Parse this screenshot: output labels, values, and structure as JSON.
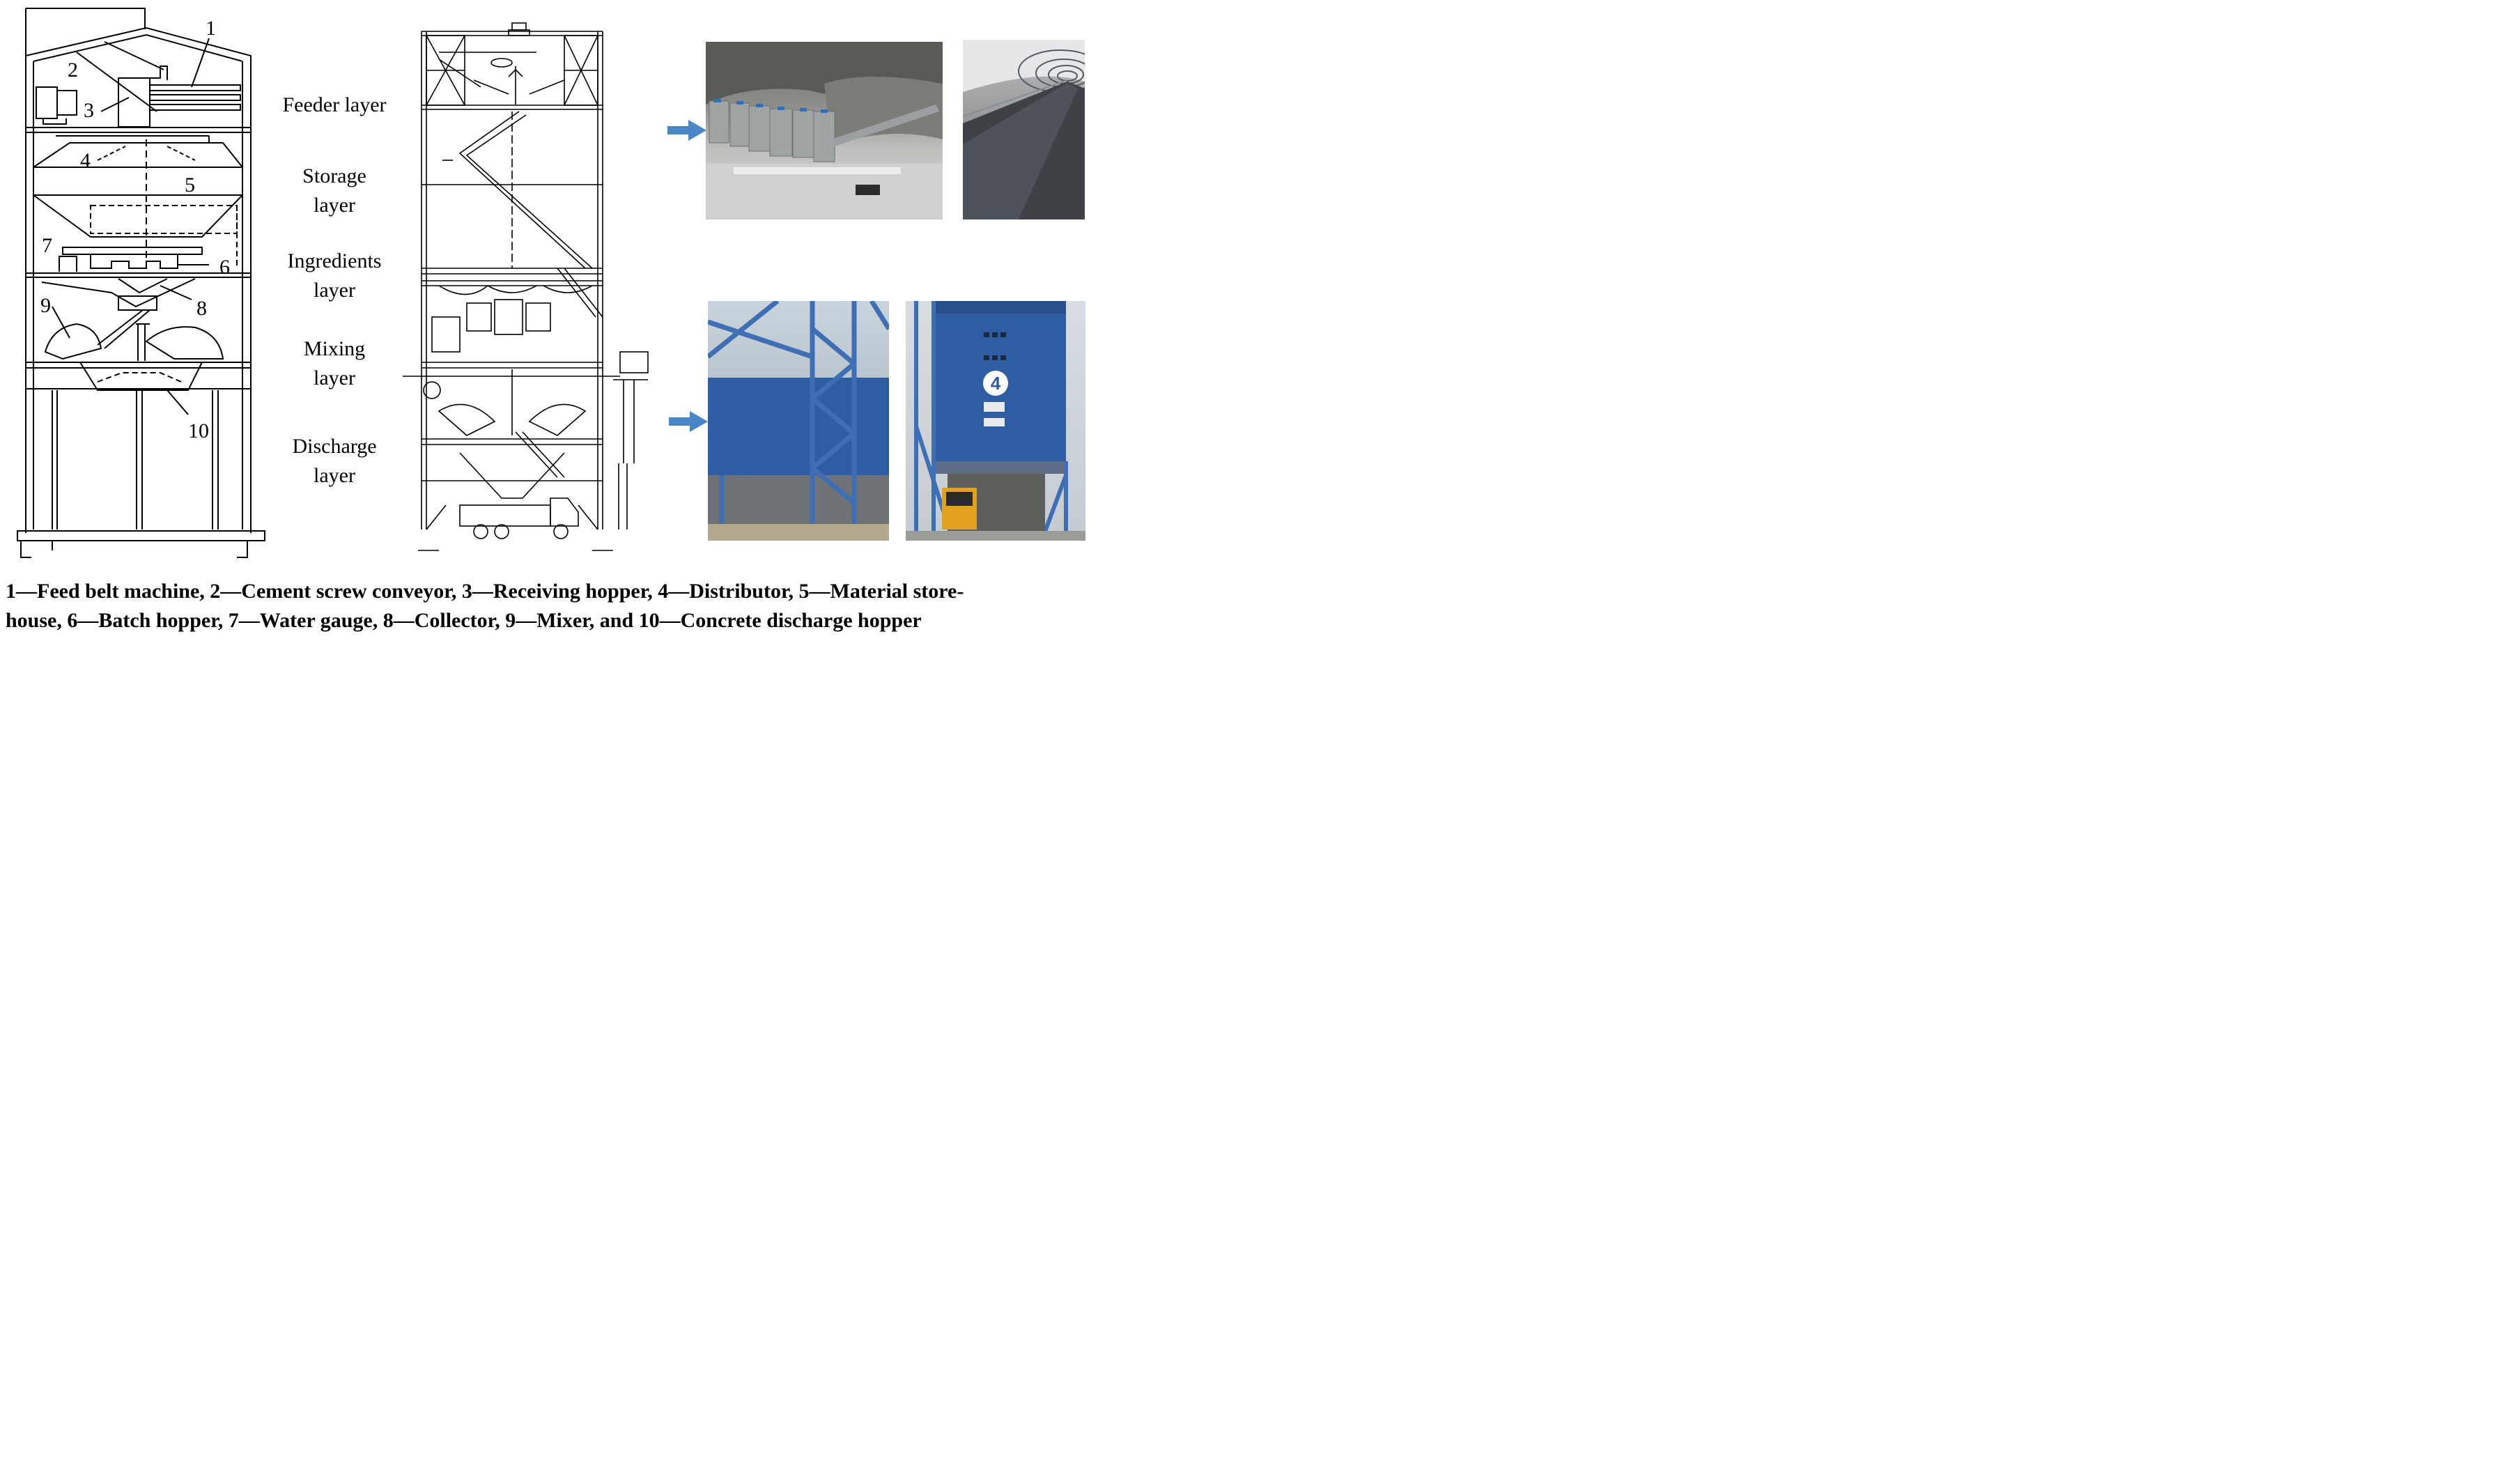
{
  "schematic": {
    "numbers": [
      "1",
      "2",
      "3",
      "4",
      "5",
      "6",
      "7",
      "8",
      "9",
      "10"
    ]
  },
  "layers": [
    {
      "line1": "Feeder layer",
      "line2": ""
    },
    {
      "line1": "Storage",
      "line2": "layer"
    },
    {
      "line1": "Ingredients",
      "line2": "layer"
    },
    {
      "line1": "Mixing",
      "line2": "layer"
    },
    {
      "line1": "Discharge",
      "line2": "layer"
    }
  ],
  "photo_badge": "4",
  "caption": {
    "line1": "1—Feed belt machine, 2—Cement screw conveyor, 3—Receiving hopper, 4—Distributor, 5—Material store-",
    "line2": "house, 6—Batch hopper, 7—Water gauge, 8—Collector, 9—Mixer, and 10—Concrete discharge hopper"
  },
  "colors": {
    "arrow": "#4a86c5",
    "blue_cladding": "#2f5da3",
    "steel": "#3e6fb5"
  }
}
